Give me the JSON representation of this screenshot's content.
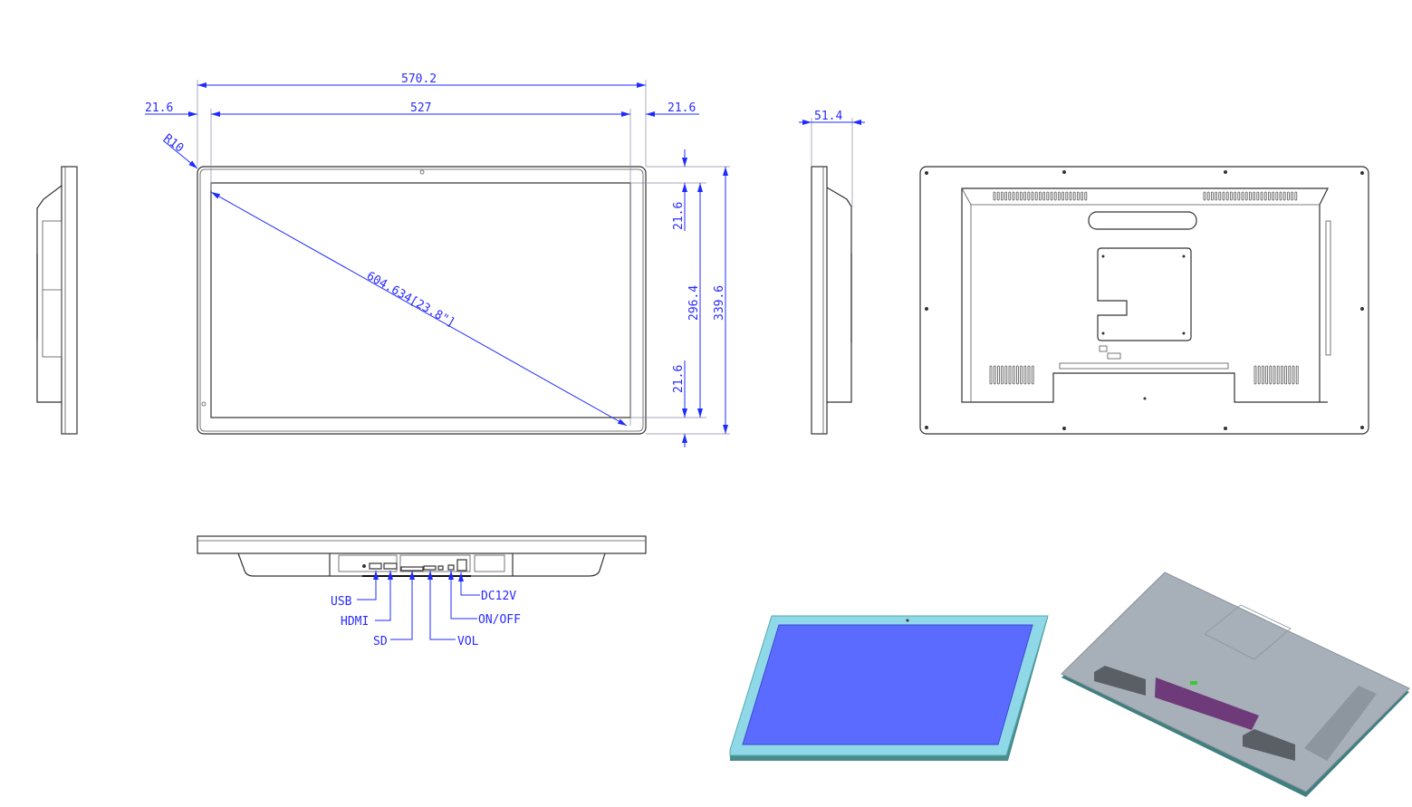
{
  "dimensions": {
    "overall_width": "570.2",
    "screen_width": "527",
    "bezel_left": "21.6",
    "bezel_right": "21.6",
    "corner_radius": "R10",
    "diagonal": "604.634[23.8\"]",
    "bezel_top": "21.6",
    "screen_height": "296.4",
    "overall_height": "339.6",
    "bezel_bottom": "21.6",
    "depth": "51.4"
  },
  "ports": {
    "usb": "USB",
    "hdmi": "HDMI",
    "sd": "SD",
    "dc": "DC12V",
    "power": "ON/OFF",
    "vol": "VOL"
  },
  "colors": {
    "dimension": "#1f2bff",
    "render_bezel": "#8fd8e8",
    "render_screen": "#5b6bff",
    "render_back": "#a7afb8"
  }
}
